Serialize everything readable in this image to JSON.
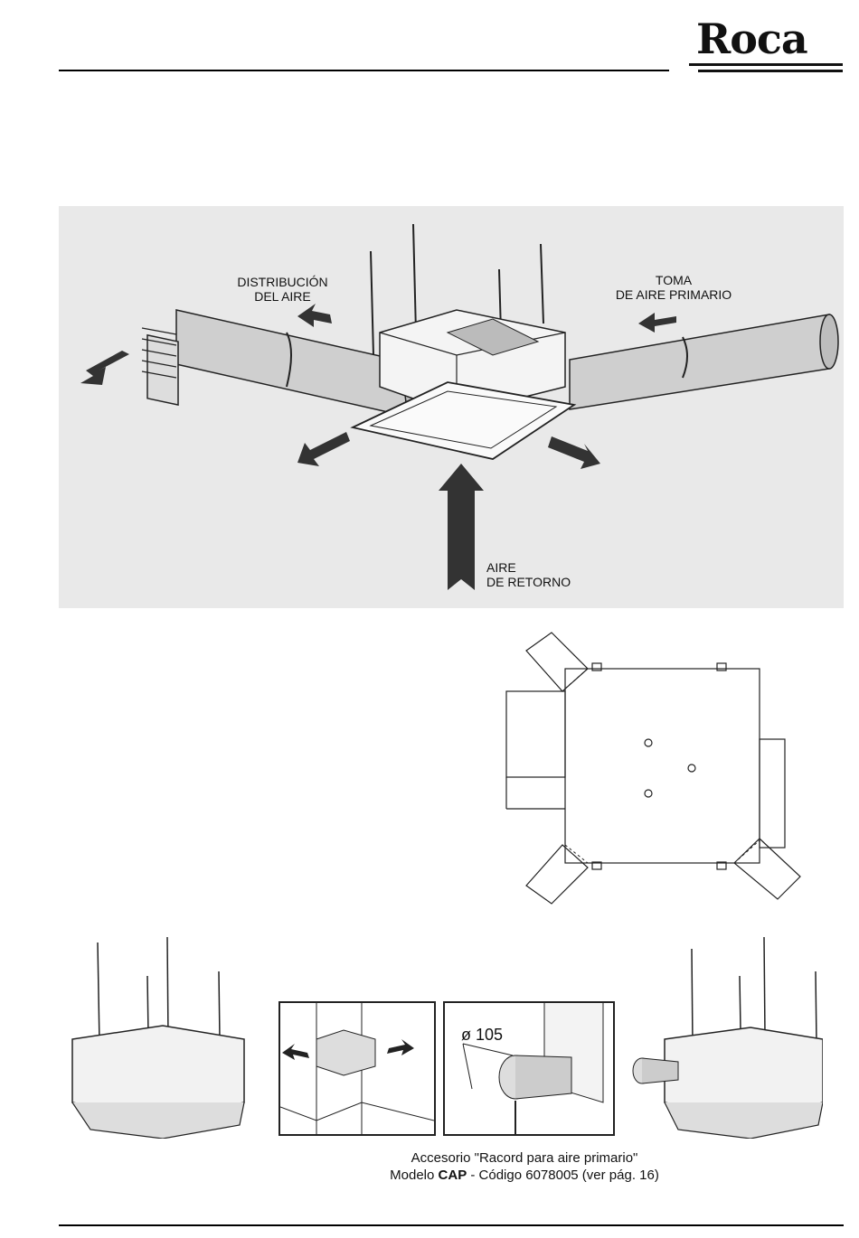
{
  "brand": {
    "logo_text": "Roca"
  },
  "figure1": {
    "label_distribution_line1": "DISTRIBUCIÓN",
    "label_distribution_line2": "DEL AIRE",
    "label_intake_line1": "TOMA",
    "label_intake_line2": "DE AIRE PRIMARIO",
    "label_return_line1": "AIRE",
    "label_return_line2": "DE RETORNO"
  },
  "figure3": {
    "dimension_label": "ø 105",
    "caption_line1": "Accesorio \"Racord para aire primario\"",
    "caption_line2_prefix": "Modelo ",
    "caption_line2_bold": "CAP",
    "caption_line2_suffix": " - Código 6078005 (ver pág. 16)"
  },
  "colors": {
    "panel_gray": "#e9e9e9",
    "ink": "#111111",
    "arrow_dark": "#333333"
  }
}
